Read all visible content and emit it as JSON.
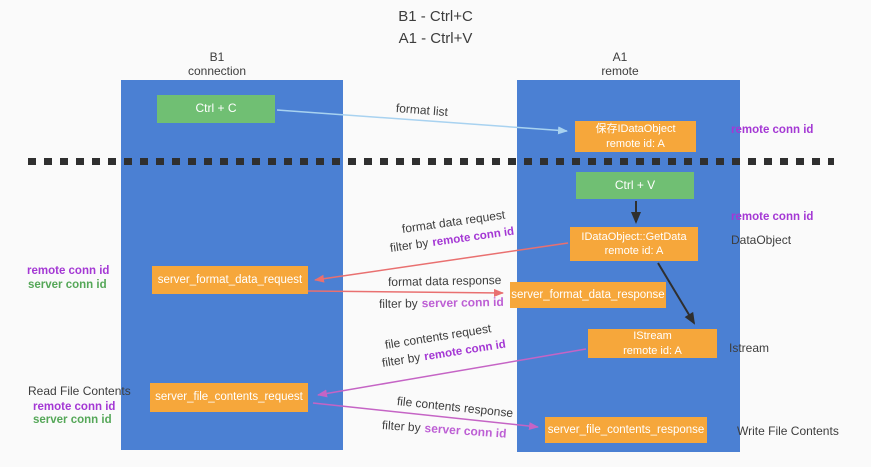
{
  "title": {
    "line1": "B1 - Ctrl+C",
    "line2": "A1 - Ctrl+V"
  },
  "columns": {
    "b1": {
      "name": "B1",
      "role": "connection"
    },
    "a1": {
      "name": "A1",
      "role": "remote"
    }
  },
  "boxes": {
    "ctrl_c": "Ctrl + C",
    "ctrl_v": "Ctrl + V",
    "save_dataobject": {
      "line1": "保存IDataObject",
      "line2": "remote id: A"
    },
    "getdata": {
      "line1": "IDataObject::GetData",
      "line2": "remote id: A"
    },
    "istream": {
      "line1": "IStream",
      "line2": "remote id: A"
    },
    "format_request": "server_format_data_request",
    "format_response": "server_format_data_response",
    "file_request": "server_file_contents_request",
    "file_response": "server_file_contents_response"
  },
  "flow_labels": {
    "format_list": "format list",
    "format_data_request": "format data request",
    "format_data_response": "format data response",
    "file_contents_request": "file contents request",
    "file_contents_response": "file contents response",
    "filter_prefix": "filter by",
    "remote_conn_id": "remote conn id",
    "server_conn_id": "server conn id"
  },
  "side_labels": {
    "left": {
      "remote_conn_id": "remote conn id",
      "server_conn_id": "server conn id",
      "read_file_contents": "Read File Contents"
    },
    "right": {
      "remote_conn_id_top": "remote conn id",
      "remote_conn_id_mid": "remote conn id",
      "dataobject": "DataObject",
      "istream": "Istream",
      "write_file_contents": "Write File Contents"
    }
  },
  "colors": {
    "background": "#fafafa",
    "column_blue": "#4b80d3",
    "green_box": "#70bf73",
    "orange_box": "#f6a73b",
    "arrow_blue": "#a8d2f0",
    "arrow_red": "#e97070",
    "arrow_magenta": "#c564c5",
    "arrow_black": "#2f2f2f",
    "text_dark": "#3d3d3d",
    "purple_label": "#a438d4",
    "orchid_label": "#bd5fd4",
    "green_label": "#55a758"
  }
}
